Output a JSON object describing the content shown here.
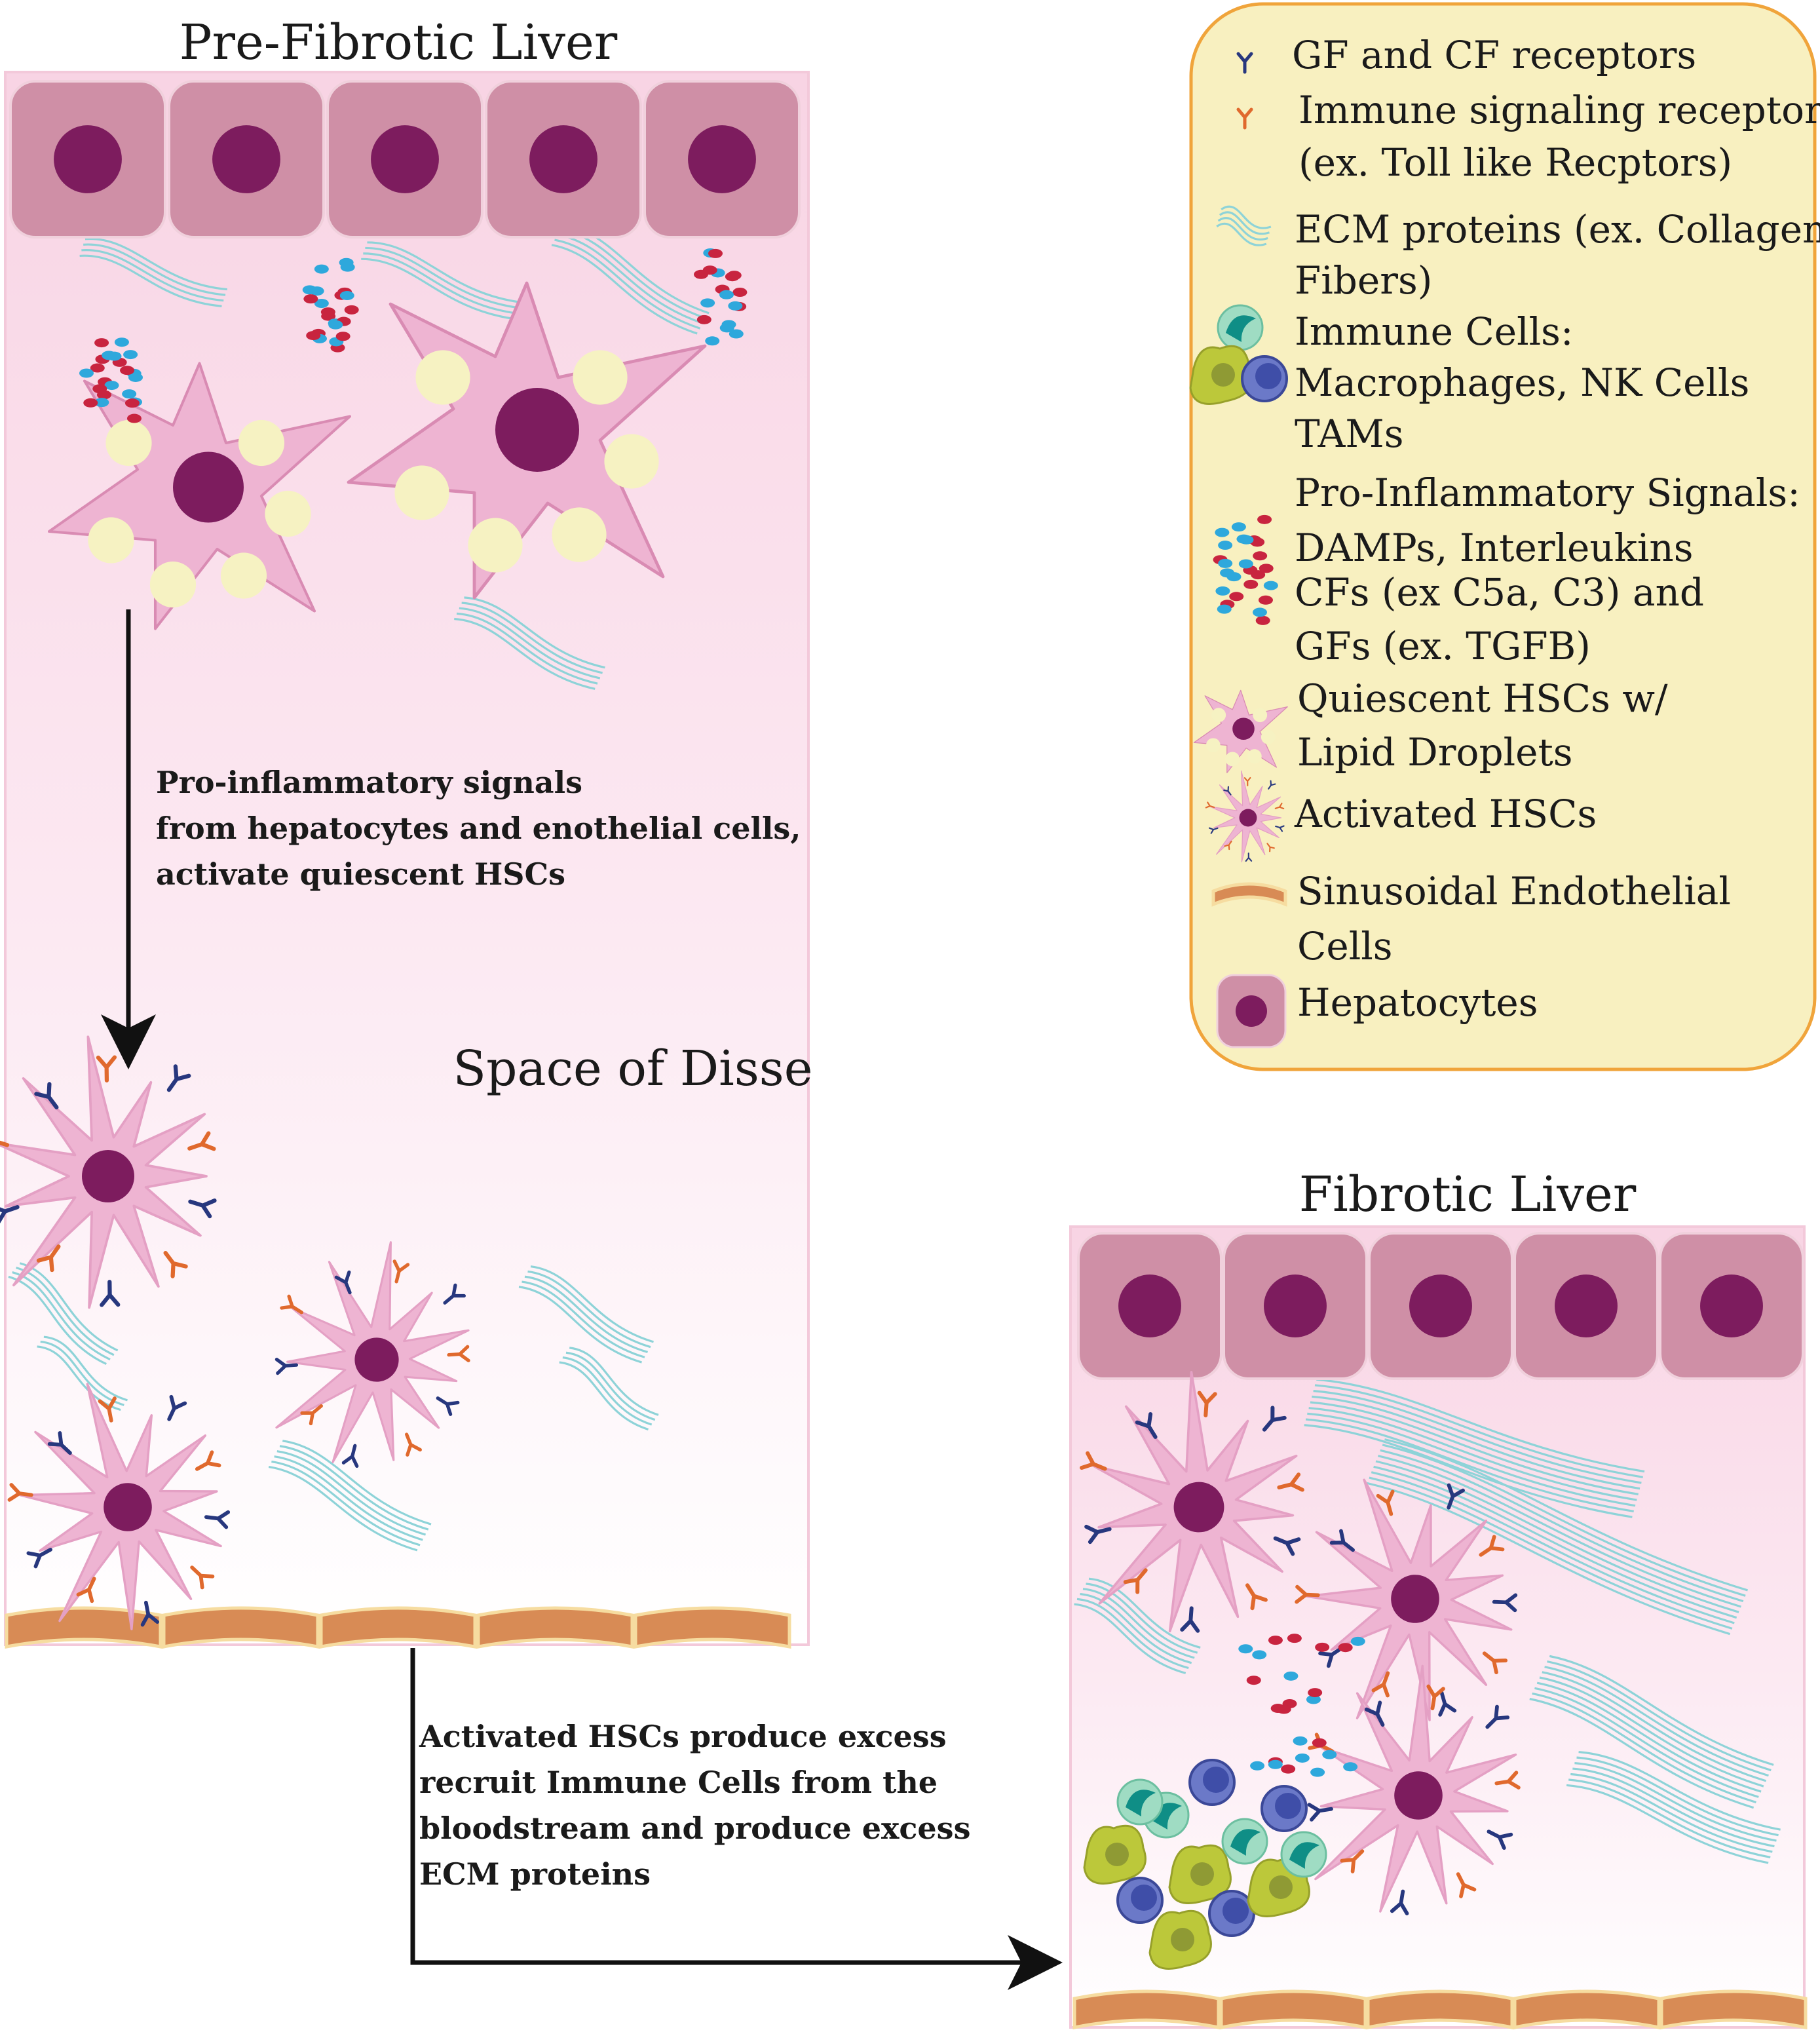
{
  "titles": {
    "pre_fibrotic": "Pre-Fibrotic Liver",
    "space_of_disse": "Space of Disse",
    "fibrotic": "Fibrotic Liver"
  },
  "annotations": {
    "activation": [
      "Pro-inflammatory signals",
      "from hepatocytes and enothelial cells,",
      "activate quiescent HSCs"
    ],
    "recruitment": [
      "Activated HSCs produce excess",
      "recruit Immune Cells from the",
      "bloodstream and produce excess",
      "ECM proteins"
    ]
  },
  "legend": {
    "items": [
      {
        "icon": "gf-cf-receptor-icon",
        "lines": [
          "GF and CF receptors"
        ]
      },
      {
        "icon": "immune-receptor-icon",
        "lines": [
          "Immune signaling receptors",
          "(ex. Toll like Recptors)"
        ]
      },
      {
        "icon": "ecm-fiber-icon",
        "lines": [
          "ECM proteins (ex. Collagen",
          "Fibers)"
        ]
      },
      {
        "icon": "immune-cells-icon",
        "lines": [
          "Immune Cells:",
          "Macrophages, NK Cells",
          "TAMs"
        ]
      },
      {
        "icon": "pro-inflammatory-signals-icon",
        "lines": [
          "Pro-Inflammatory Signals:",
          "DAMPs, Interleukins",
          "CFs (ex C5a, C3) and",
          "GFs (ex. TGFB)"
        ]
      },
      {
        "icon": "quiescent-hsc-icon",
        "lines": [
          "Quiescent HSCs w/",
          "Lipid Droplets"
        ]
      },
      {
        "icon": "activated-hsc-icon",
        "lines": [
          "Activated HSCs"
        ]
      },
      {
        "icon": "endothelial-cell-icon",
        "lines": [
          "Sinusoidal Endothelial",
          "Cells"
        ]
      },
      {
        "icon": "hepatocyte-icon",
        "lines": [
          "Hepatocytes"
        ]
      }
    ]
  },
  "colors": {
    "hepatocyte": "#cf8fa6",
    "nucleus": "#7d1c5e",
    "hsc": "#eeb4d2",
    "lipid": "#f6f2c2",
    "ecm": "#8ed3d8",
    "receptor_gf": "#27377e",
    "receptor_immune": "#e0692d",
    "signal_red": "#c8243f",
    "signal_blue": "#2ea8dc",
    "endothelial": "#d88b55",
    "legend_bg": "#f8f0c0",
    "legend_border": "#f0a43b"
  }
}
